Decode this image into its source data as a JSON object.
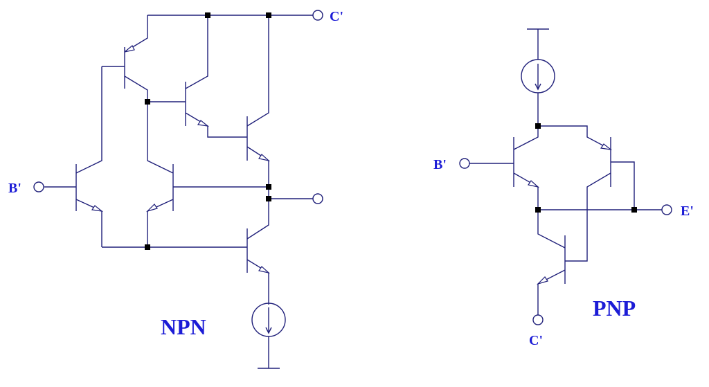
{
  "colors": {
    "wire": "#20207a",
    "label": "#1c1cd6",
    "node": "#000000",
    "background": "#ffffff"
  },
  "npn": {
    "title": "NPN",
    "labels": {
      "collector": "C'",
      "base": "B'"
    }
  },
  "pnp": {
    "title": "PNP",
    "labels": {
      "base": "B'",
      "emitter": "E'",
      "collector": "C'"
    }
  }
}
